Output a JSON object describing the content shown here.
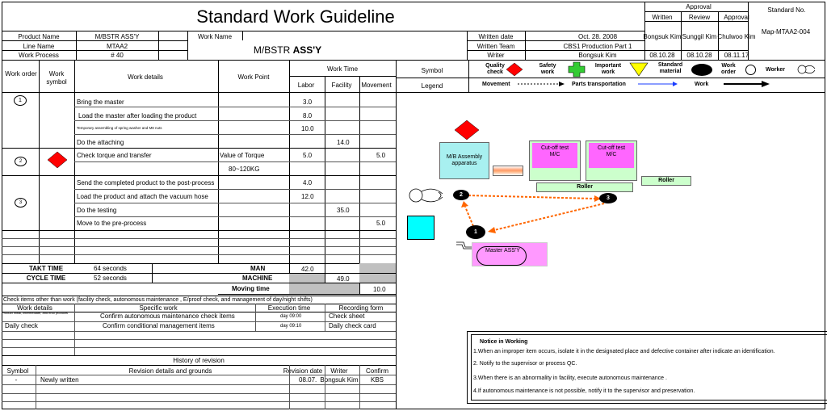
{
  "header": {
    "title": "Standard Work Guideline",
    "approval_label": "Approval",
    "approval_cols": [
      "Written",
      "Review",
      "Approval"
    ],
    "approval_names": [
      "Bongsuk Kim",
      "Sunggil Kim",
      "Chulwoo Kim"
    ],
    "approval_dates": [
      "08.10.28",
      "08.10.28",
      "08.11.17"
    ],
    "standard_no_label": "Standard No.",
    "standard_no": "Map-MTAA2-004"
  },
  "info": {
    "product_name_label": "Product Name",
    "product_name": "M/BSTR ASS'Y",
    "line_name_label": "Line Name",
    "line_name": "MTAA2",
    "work_process_label": "Work Process",
    "work_process": "# 40",
    "work_name_label": "Work Name",
    "work_name_prefix": "M/BSTR ",
    "work_name_bold": "ASS'Y",
    "written_date_label": "Written date",
    "written_date": "Oct. 28. 2008",
    "written_team_label": "Written Team",
    "written_team": "CBS1 Production Part 1",
    "writer_label": "Writer",
    "writer": "Bongsuk Kim"
  },
  "columns": {
    "work_order": "Work order",
    "work_symbol": "Work symbol",
    "work_details": "Work details",
    "work_point": "Work Point",
    "work_time": "Work Time",
    "labor": "Labor",
    "facility": "Facility",
    "movement": "Movement",
    "symbol": "Symbol",
    "legend": "Legend"
  },
  "legend": {
    "quality_check": "Quality check",
    "safety_work": "Safety work",
    "important_work": "Important work",
    "standard_material": "Standard material",
    "work_order": "Work order",
    "worker": "Worker",
    "movement": "Movement",
    "parts_transportation": "Parts transportation",
    "work": "Work"
  },
  "steps": {
    "s1": "1",
    "s2": "2",
    "s3": "3",
    "r1": {
      "detail": "Bring the master",
      "labor": "3.0"
    },
    "r2": {
      "detail": "Load the master after loading the product",
      "labor": "8.0"
    },
    "r3": {
      "detail": "Temporary assembling of spring washer and M8 nuts",
      "labor": "10.0"
    },
    "r4": {
      "detail": "Do the attaching",
      "facility": "14.0"
    },
    "r5": {
      "detail": "Check torque and transfer",
      "point": "Value of Torque",
      "labor": "5.0",
      "movement": "5.0"
    },
    "r6": {
      "point": "80~120KG"
    },
    "r7": {
      "detail": "Send the completed product to the post-process",
      "labor": "4.0"
    },
    "r8": {
      "detail": "Load the product and attach the vacuum hose",
      "labor": "12.0"
    },
    "r9": {
      "detail": "Do the testing",
      "facility": "35.0"
    },
    "r10": {
      "detail": "Move to the pre-process",
      "movement": "5.0"
    }
  },
  "totals": {
    "takt_label": "TAKT TIME",
    "takt_value": "64 seconds",
    "cycle_label": "CYCLE TIME",
    "cycle_value": "52 seconds",
    "man_label": "MAN",
    "man_value": "42.0",
    "machine_label": "MACHINE",
    "machine_value": "49.0",
    "moving_label": "Moving time",
    "moving_value": "10.0"
  },
  "check": {
    "title": "Check items other than work (facility check, autonomous maintenance , E/proof check, and management of day/night shifts)",
    "col_work_details": "Work details",
    "col_specific": "Specific work",
    "col_exec": "Execution time",
    "col_record": "Recording form",
    "row1_details": "Product initial, intermediate, and final products",
    "row1_specific": "Confirm autonomous maintenance  check items",
    "row1_exec": "day 09:00",
    "row1_record": "Check sheet",
    "row2_details": "Daily check",
    "row2_specific": "Confirm conditional management items",
    "row2_exec": "day 09:10",
    "row2_record": "Daily check card"
  },
  "history": {
    "title": "History of revision",
    "col_symbol": "Symbol",
    "col_details": "Revision details and grounds",
    "col_date": "Revision date",
    "col_writer": "Writer",
    "col_confirm": "Confirm",
    "row1_symbol": "-",
    "row1_details": "Newly written",
    "row1_date": "08.07.",
    "row1_writer": "Bongsuk Kim",
    "row1_confirm": "KBS"
  },
  "diagram": {
    "mb_assembly": "M/B Assembly apparatus",
    "cutoff1": "Cut-off test M/C",
    "cutoff2": "Cut-off test M/C",
    "roller1": "Roller",
    "roller2": "Roller",
    "master": "Master ASS'Y",
    "order1": "1",
    "order2": "2",
    "order3": "3"
  },
  "notice": {
    "title": "Notice in Working",
    "line1": "1.When an improper item occurs, isolate it in the designated place and defective container after indicate an identification.",
    "line2": "2. Notify to the supervisor or process QC.",
    "line3": "3.When there is an abnormality in facility, execute autonomous maintenance .",
    "line4": "4.If autonomous maintenance  is not possible, notify it to the supervisor and preservation."
  },
  "colors": {
    "quality": "#ff0000",
    "safety": "#33cc33",
    "important": "#ffff00",
    "assembly": "#a8f0f0",
    "cutoff": "#ff66ff",
    "cutoff_fill": "#ccffcc",
    "roller": "#ccffcc",
    "master": "#ff99ff",
    "cyan_box": "#00ffff",
    "arrow": "#ff6600",
    "grey": "#c0c0c0"
  }
}
